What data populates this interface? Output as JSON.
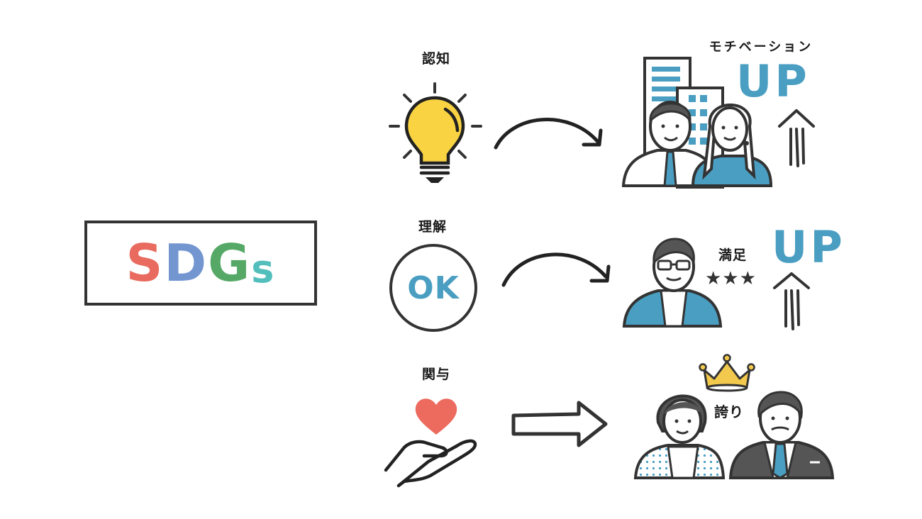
{
  "colors": {
    "stroke": "#333333",
    "accent_blue": "#4a9ec2",
    "bulb_yellow": "#f9d342",
    "heart_red": "#ec6a5e",
    "crown_gold": "#f2c94c",
    "suit_gray": "#555555",
    "hair_gray": "#4d4d4d",
    "sdgs_s": "#e96a5e",
    "sdgs_d": "#7395d0",
    "sdgs_g": "#55a866",
    "sdgs_s2": "#52bfbc"
  },
  "source": {
    "letters": [
      "S",
      "D",
      "G",
      "s"
    ]
  },
  "rows": [
    {
      "stage_label": "認知",
      "stage_icon": "lightbulb-icon",
      "arrow_type": "curved",
      "result_caption": "モチベーション",
      "result_badge": "UP",
      "result_icon": "business-people-building-icon"
    },
    {
      "stage_label": "理解",
      "stage_icon": "ok-circle-icon",
      "ok_text": "OK",
      "arrow_type": "curved",
      "result_caption": "満足",
      "result_stars": "★★★",
      "result_badge": "UP",
      "result_icon": "satisfied-businessman-icon"
    },
    {
      "stage_label": "関与",
      "stage_icon": "heart-in-hand-icon",
      "arrow_type": "block",
      "result_caption": "誇り",
      "result_icon": "proud-people-crown-icon"
    }
  ]
}
